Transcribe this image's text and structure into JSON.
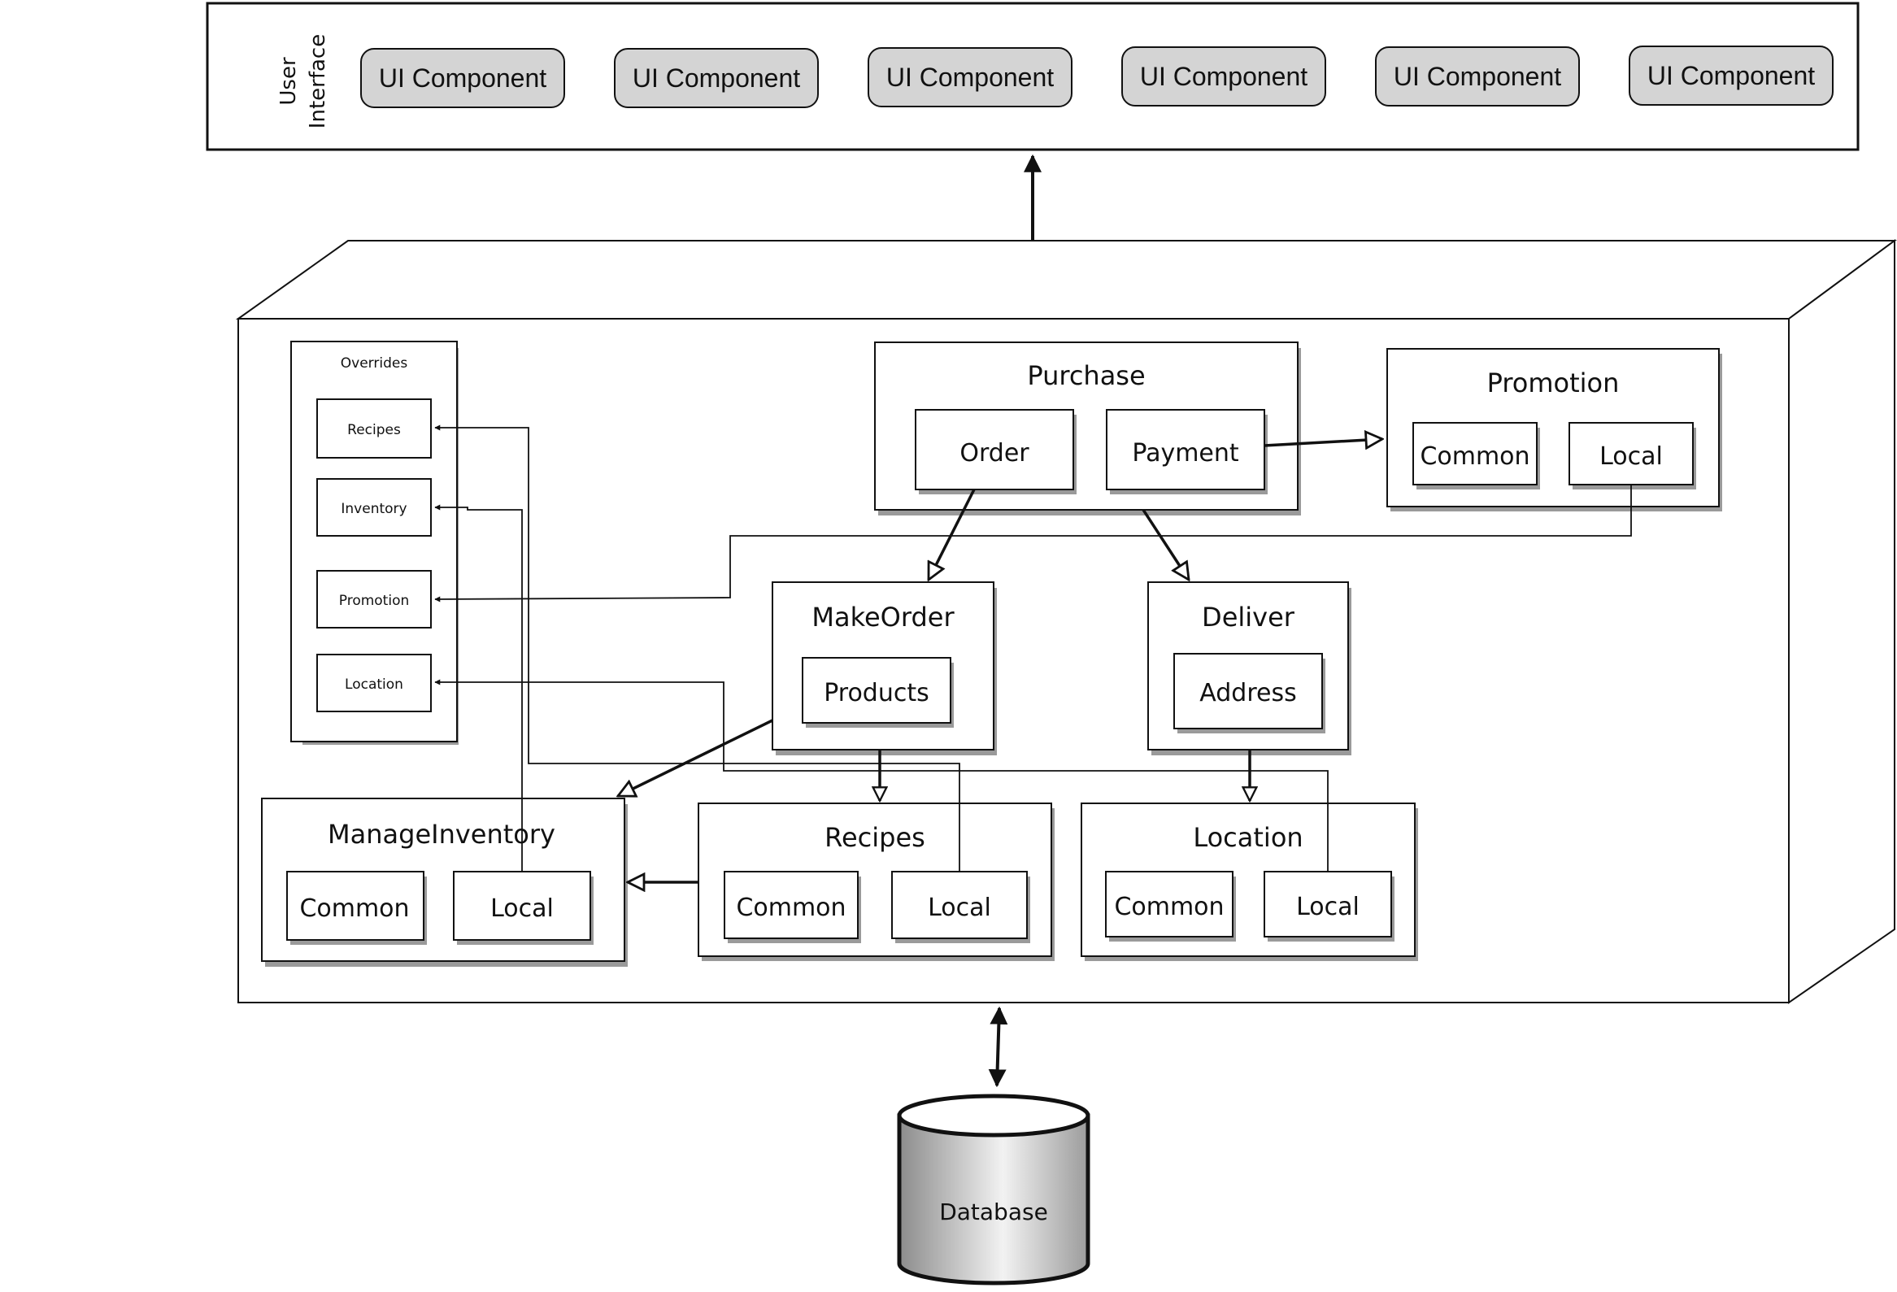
{
  "user_interface": {
    "label_line1": "User",
    "label_line2": "Interface",
    "components": [
      "UI Component",
      "UI Component",
      "UI Component",
      "UI Component",
      "UI Component",
      "UI Component"
    ]
  },
  "overrides": {
    "title": "Overrides",
    "items": [
      "Recipes",
      "Inventory",
      "Promotion",
      "Location"
    ]
  },
  "purchase": {
    "title": "Purchase",
    "order": "Order",
    "payment": "Payment"
  },
  "promotion": {
    "title": "Promotion",
    "common": "Common",
    "local": "Local"
  },
  "make_order": {
    "title": "MakeOrder",
    "products": "Products"
  },
  "deliver": {
    "title": "Deliver",
    "address": "Address"
  },
  "manage_inventory": {
    "title": "ManageInventory",
    "common": "Common",
    "local": "Local"
  },
  "recipes": {
    "title": "Recipes",
    "common": "Common",
    "local": "Local"
  },
  "location": {
    "title": "Location",
    "common": "Common",
    "local": "Local"
  },
  "database": {
    "label": "Database"
  },
  "colors": {
    "ui_component_fill": "#d4d4d4",
    "stroke": "#111111",
    "shadow": "#9a9a9a",
    "cylinder_dark": "#8c8c8c",
    "cylinder_light": "#f2f2f2"
  }
}
